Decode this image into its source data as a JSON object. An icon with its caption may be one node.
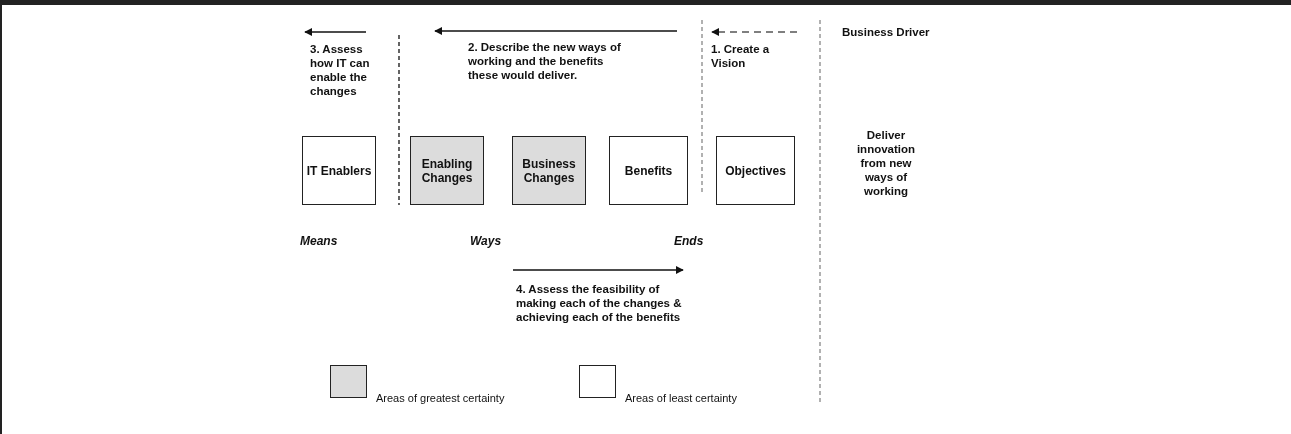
{
  "diagram": {
    "nodes": [
      {
        "text": [
          "IT Enablers"
        ]
      },
      {
        "text": [
          "Enabling Changes"
        ]
      },
      {
        "text": [
          "Business Changes"
        ]
      },
      {
        "text": [
          "Benefits"
        ]
      },
      {
        "text": [
          "Objectives"
        ]
      }
    ],
    "edges": [],
    "labels": [
      "3. Assess how IT can enable the changes",
      "2. Describe the new ways of working and the benefits these would deliver.",
      "1. Create a Vision",
      "Business Driver",
      "Deliver innovation from new ways of working",
      "Means",
      "Ways",
      "Ends",
      "4. Assess the feasibility of making each of the changes & achieving each of the benefits"
    ],
    "legend": [
      {
        "text": "Areas of greatest certainty",
        "color": "#dcdcdc"
      },
      {
        "text": "Areas of least certainty",
        "color": "#ffffff"
      }
    ]
  }
}
